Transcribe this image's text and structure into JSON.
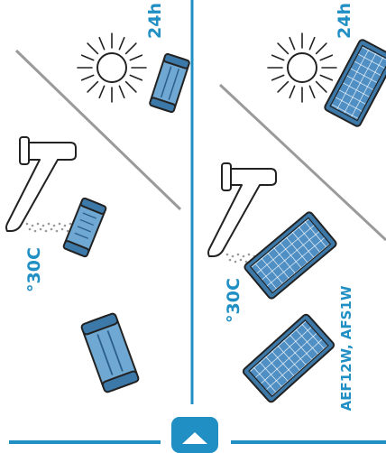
{
  "left_panel": {
    "drying_time": "24h",
    "water_temp": "°30C",
    "icons": [
      "sun-icon",
      "cylindrical-filter-icon",
      "faucet-icon",
      "water-spray-icon"
    ]
  },
  "right_panel": {
    "drying_time": "24h",
    "water_temp": "°30C",
    "models": "AEF12W, AFS1W",
    "icons": [
      "sun-icon",
      "flat-filter-icon",
      "faucet-icon",
      "water-spray-icon"
    ]
  },
  "colors": {
    "accent": "#1f8fc4",
    "filter_fill": "#6fa8d2",
    "filter_dark": "#3d79a8",
    "line": "#9a9a9a",
    "outline": "#222222"
  },
  "navigation": {
    "icon": "chevron-up-icon"
  }
}
